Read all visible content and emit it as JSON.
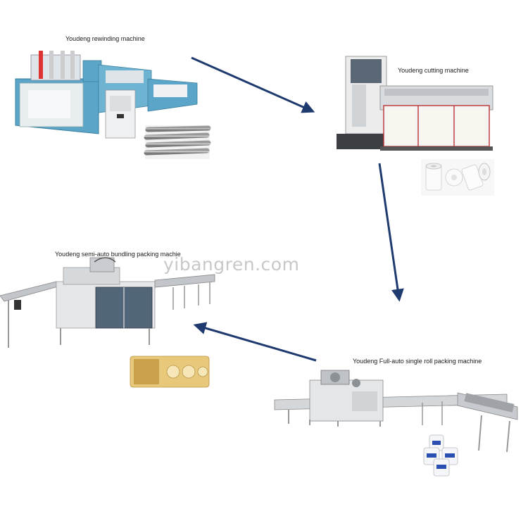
{
  "labels": {
    "rewinding": "Youdeng rewinding machine",
    "cutting": "Youdeng cutting machine",
    "bundling": "Youdeng semi-auto bundling packing machie",
    "single_roll": "Youdeng Full-auto single roll packing machine"
  },
  "watermark": "yibangren.com",
  "colors": {
    "arrow": "#1f3a6e",
    "machine_blue": "#5aa5c8",
    "panel_white": "#eef0f2",
    "steel": "#b8bcc0",
    "dark_panel": "#4f5f70",
    "wrapper_gold": "#e8c87a"
  }
}
